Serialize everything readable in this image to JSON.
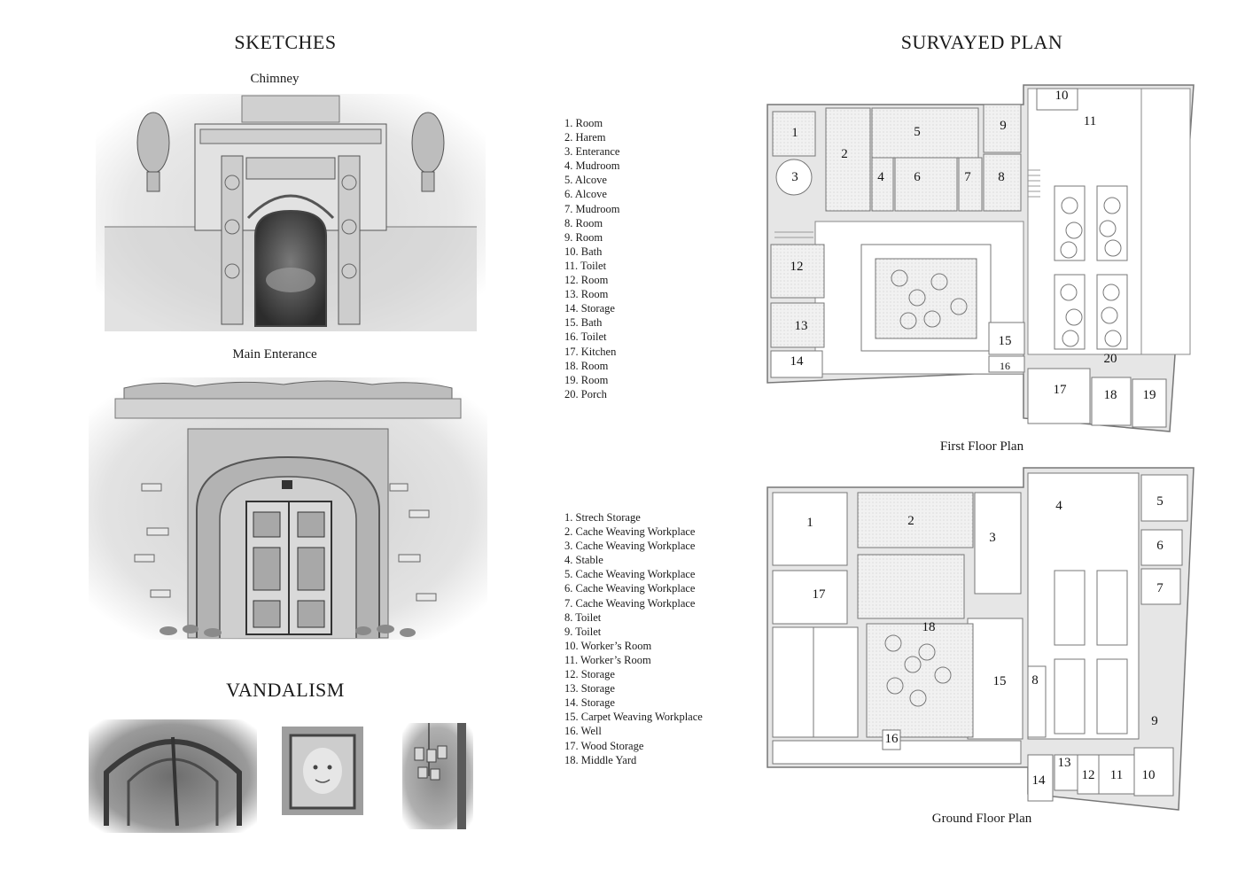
{
  "sketches": {
    "title": "SKETCHES",
    "chimney_label": "Chimney",
    "entrance_label": "Main Enterance"
  },
  "vandalism": {
    "title": "VANDALISM"
  },
  "plans": {
    "title": "SURVAYED PLAN",
    "first_floor_caption": "First Floor Plan",
    "ground_floor_caption": "Ground Floor Plan"
  },
  "first_floor_legend": [
    "1. Room",
    "2. Harem",
    "3. Enterance",
    "4. Mudroom",
    "5. Alcove",
    "6. Alcove",
    "7. Mudroom",
    "8. Room",
    "9. Room",
    "10. Bath",
    "11. Toilet",
    "12. Room",
    "13. Room",
    "14. Storage",
    "15. Bath",
    "16. Toilet",
    "17. Kitchen",
    "18. Room",
    "19. Room",
    "20. Porch"
  ],
  "ground_floor_legend": [
    "1. Strech Storage",
    "2. Cache Weaving Workplace",
    "3. Cache Weaving Workplace",
    "4. Stable",
    "5. Cache Weaving Workplace",
    "6. Cache Weaving Workplace",
    "7. Cache Weaving Workplace",
    "8. Toilet",
    "9. Toilet",
    "10. Worker’s Room",
    "11. Worker’s Room",
    "12. Storage",
    "13. Storage",
    "14. Storage",
    "15. Carpet Weaving Workplace",
    "16. Well",
    "17. Wood Storage",
    "18. Middle Yard"
  ],
  "first_floor_numbers": [
    "1",
    "2",
    "3",
    "4",
    "5",
    "6",
    "7",
    "8",
    "9",
    "10",
    "11",
    "12",
    "13",
    "14",
    "15",
    "16",
    "17",
    "18",
    "19",
    "20"
  ],
  "ground_floor_numbers": [
    "1",
    "2",
    "3",
    "4",
    "5",
    "6",
    "7",
    "8",
    "9",
    "10",
    "11",
    "12",
    "13",
    "14",
    "15",
    "16",
    "17",
    "18"
  ]
}
